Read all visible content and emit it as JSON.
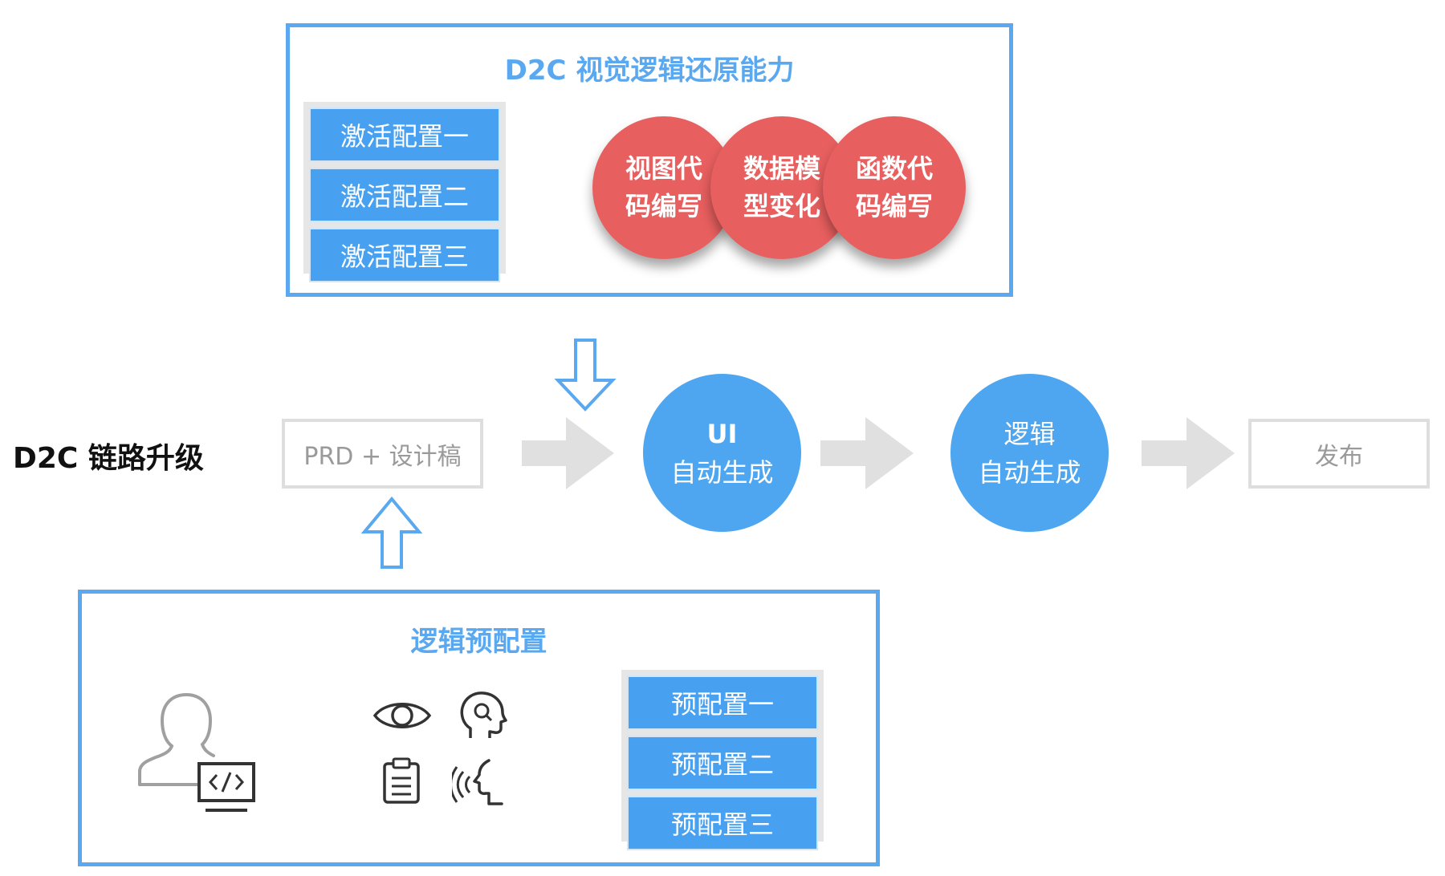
{
  "top_panel": {
    "title": "D2C 视觉逻辑还原能力",
    "configs": [
      "激活配置一",
      "激活配置二",
      "激活配置三"
    ],
    "capabilities": [
      "视图代码编写",
      "数据模型变化",
      "函数代码编写"
    ]
  },
  "pipeline": {
    "label": "D2C 链路升级",
    "input": "PRD + 设计稿",
    "step1": {
      "line1": "UI",
      "line2": "自动生成"
    },
    "step2": {
      "line1": "逻辑",
      "line2": "自动生成"
    },
    "output": "发布"
  },
  "bottom_panel": {
    "title": "逻辑预配置",
    "presets": [
      "预配置一",
      "预配置二",
      "预配置三"
    ],
    "icons": [
      "developer-icon",
      "eye-icon",
      "head-analysis-icon",
      "clipboard-icon",
      "voice-icon"
    ]
  },
  "colors": {
    "accent_blue": "#4da6ef",
    "panel_border": "#5aa8ef",
    "capability_red": "#e85f5f",
    "arrow_gray": "#e0e0e0",
    "muted_text": "#9a9a9a"
  }
}
